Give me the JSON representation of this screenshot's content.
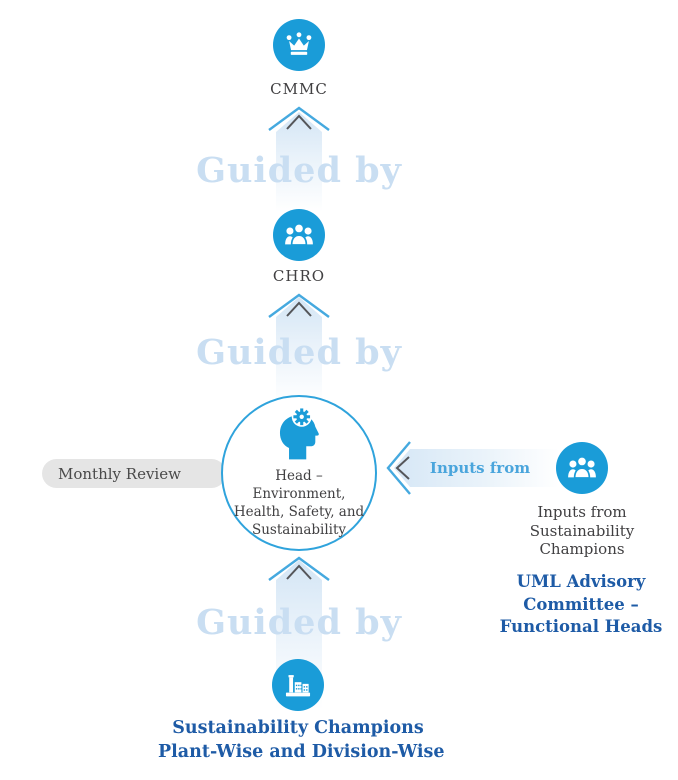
{
  "colors": {
    "brand_blue": "#1A9CD8",
    "chevron_blue": "#45A9DF",
    "chevron_gray": "#55565A",
    "guided_by_text": "#C9DEF2",
    "dark_blue_text": "#1E5BA6",
    "body_text": "#414042",
    "inputs_from_text": "#4AA5DC",
    "review_pill_bg": "#E5E5E5",
    "band_blue": "#D3E5F5"
  },
  "flow_labels": {
    "guided_by": "Guided by",
    "inputs_from": "Inputs from",
    "monthly_review": "Monthly Review"
  },
  "nodes": {
    "cmmc": {
      "label": "CMMC",
      "icon": "crown-icon"
    },
    "chro": {
      "label": "CHRO",
      "icon": "people-icon"
    },
    "head": {
      "icon": "head-gears-icon",
      "lines": [
        "Head –",
        "Environment,",
        "Health, Safety, and",
        "Sustainability"
      ]
    },
    "sustainability_champions_input": {
      "icon": "people-icon",
      "lines": [
        "Inputs from",
        "Sustainability",
        "Champions"
      ],
      "committee_lines": [
        "UML Advisory",
        "Committee –",
        "Functional Heads"
      ]
    },
    "plant_champions": {
      "icon": "factory-icon",
      "lines": [
        "Sustainability Champions",
        "Plant-Wise and Division-Wise"
      ]
    }
  }
}
